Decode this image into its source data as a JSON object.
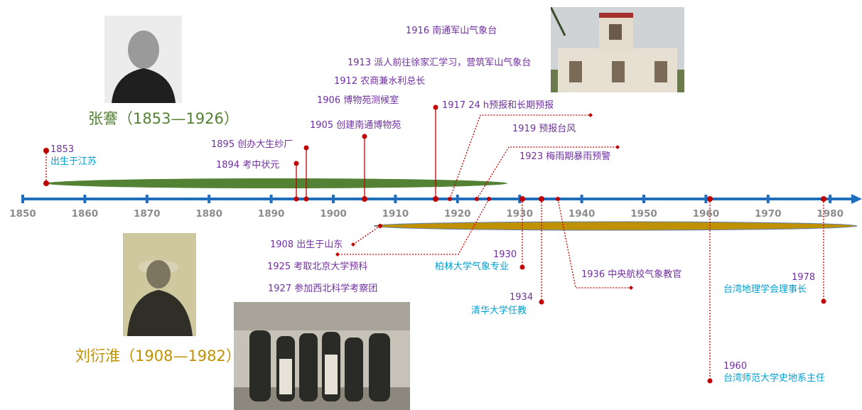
{
  "axis": {
    "years": [
      "1850",
      "1860",
      "1870",
      "1880",
      "1890",
      "1900",
      "1910",
      "1920",
      "1930",
      "1940",
      "1950",
      "1960",
      "1970",
      "1980"
    ],
    "color": "#1f6fbd"
  },
  "persons": {
    "zhang": {
      "name": "张謇（1853—1926）",
      "color": "#548235",
      "span": [
        1853,
        1926
      ]
    },
    "liu": {
      "name": "刘衍淮（1908—1982）",
      "color": "#bf9000",
      "span": [
        1908,
        1982
      ]
    }
  },
  "zhang_events": {
    "e1853_year": "1853",
    "e1853_text": "出生于江苏",
    "e1895": "1895 创办大生纱厂",
    "e1894": "1894 考中状元",
    "e1905": "1905 创建南通博物苑",
    "e1906": "1906 博物苑测候室",
    "e1912": "1912  农商兼水利总长",
    "e1913": "1913 派人前往徐家汇学习，营筑军山气象台",
    "e1916": "1916 南通军山气象台",
    "e1917": "1917 24 h预报和长期预报",
    "e1919": "1919 预报台风",
    "e1923": "1923 梅雨期暴雨预警"
  },
  "liu_events": {
    "e1908": "1908 出生于山东",
    "e1925": "1925 考取北京大学预科",
    "e1927": "1927 参加西北科学考察团",
    "e1930_year": "1930",
    "e1930_text": "柏林大学气象专业",
    "e1934_year": "1934",
    "e1934_text": "清华大学任教",
    "e1936": "1936 中央航校气象教官",
    "e1960_year": "1960",
    "e1960_text": "台湾师范大学史地系主任",
    "e1978_year": "1978",
    "e1978_text": "台湾地理学会理事长"
  },
  "colors": {
    "marker": "#c00000",
    "purple_text": "#7030a0",
    "blue_text": "#00a0d0"
  }
}
